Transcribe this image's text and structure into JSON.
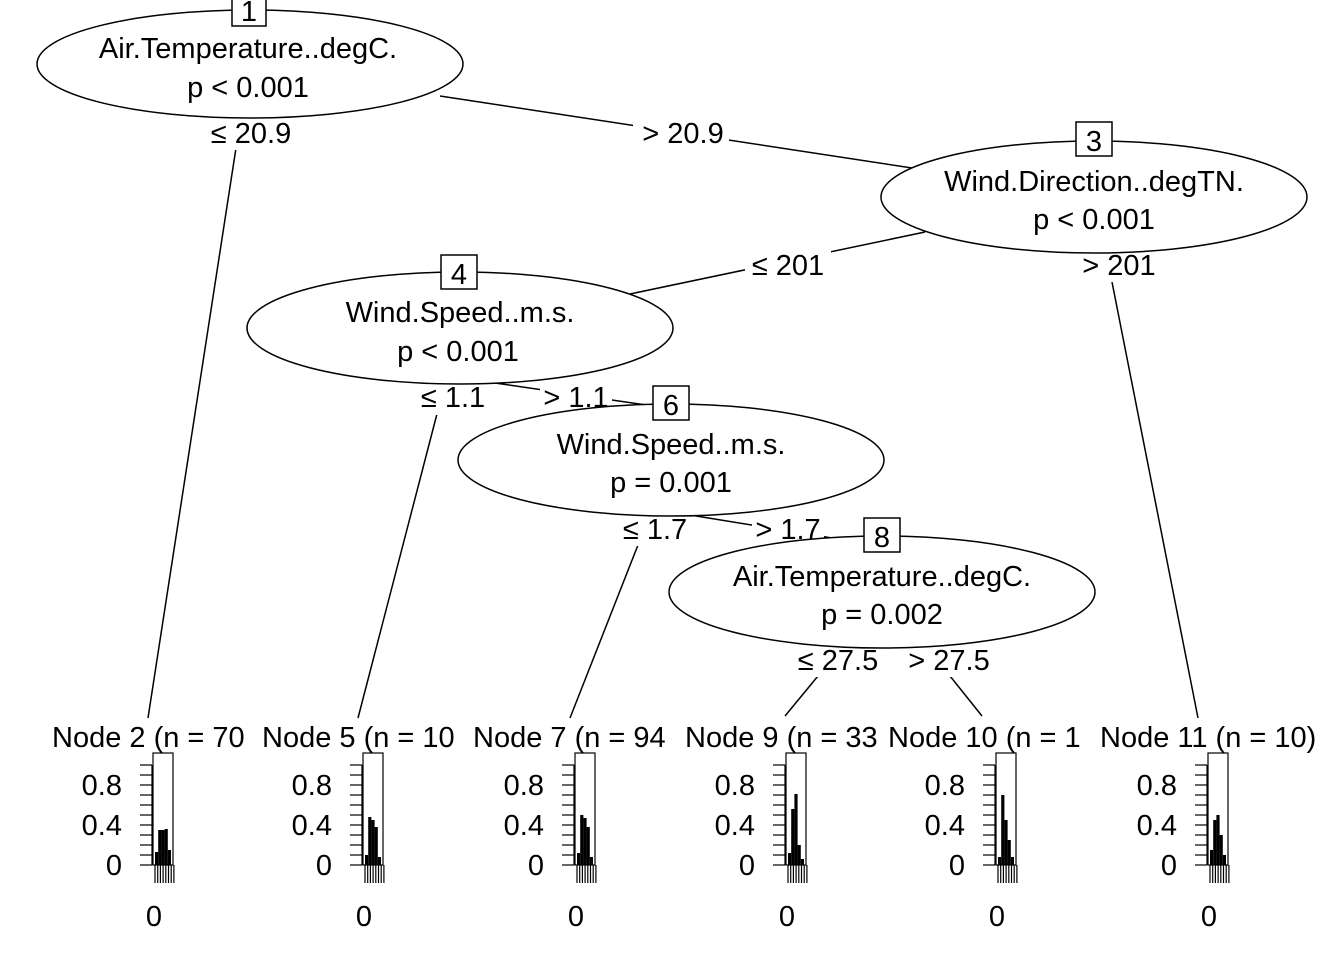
{
  "tree": {
    "inner_nodes": [
      {
        "id": "1",
        "variable": "Air.Temperature..degC.",
        "p": "p < 0.001"
      },
      {
        "id": "3",
        "variable": "Wind.Direction..degTN.",
        "p": "p < 0.001"
      },
      {
        "id": "4",
        "variable": "Wind.Speed..m.s.",
        "p": "p < 0.001"
      },
      {
        "id": "6",
        "variable": "Wind.Speed..m.s.",
        "p": "p = 0.001"
      },
      {
        "id": "8",
        "variable": "Air.Temperature..degC.",
        "p": "p = 0.002"
      }
    ],
    "edge_labels": [
      {
        "from": "1",
        "to": "2",
        "text": "≤ 20.9"
      },
      {
        "from": "1",
        "to": "3",
        "text": "> 20.9"
      },
      {
        "from": "3",
        "to": "4",
        "text": "≤ 201"
      },
      {
        "from": "3",
        "to": "11",
        "text": "> 201"
      },
      {
        "from": "4",
        "to": "5",
        "text": "≤ 1.1"
      },
      {
        "from": "4",
        "to": "6",
        "text": "> 1.1"
      },
      {
        "from": "6",
        "to": "7",
        "text": "≤ 1.7"
      },
      {
        "from": "6",
        "to": "8",
        "text": "> 1.7"
      },
      {
        "from": "8",
        "to": "9",
        "text": "≤ 27.5"
      },
      {
        "from": "8",
        "to": "10",
        "text": "> 27.5"
      }
    ],
    "terminal_nodes": [
      {
        "id": "2",
        "title": "Node 2 (n = 70",
        "bars": [
          0.13,
          0.35,
          0.35,
          0.36,
          0.15
        ]
      },
      {
        "id": "5",
        "title": "Node 5 (n = 10",
        "bars": [
          0.1,
          0.48,
          0.45,
          0.38,
          0.08
        ]
      },
      {
        "id": "7",
        "title": "Node 7 (n = 94",
        "bars": [
          0.12,
          0.5,
          0.47,
          0.38,
          0.08
        ]
      },
      {
        "id": "9",
        "title": "Node 9 (n = 33",
        "bars": [
          0.12,
          0.56,
          0.71,
          0.2,
          0.06
        ]
      },
      {
        "id": "10",
        "title": "Node 10 (n = 1",
        "bars": [
          0.08,
          0.7,
          0.45,
          0.25,
          0.08
        ]
      },
      {
        "id": "11",
        "title": "Node 11 (n = 10)",
        "bars": [
          0.15,
          0.45,
          0.5,
          0.3,
          0.1
        ]
      }
    ],
    "y_ticks": [
      "0",
      "0.4",
      "0.8"
    ],
    "x_label": "0"
  }
}
